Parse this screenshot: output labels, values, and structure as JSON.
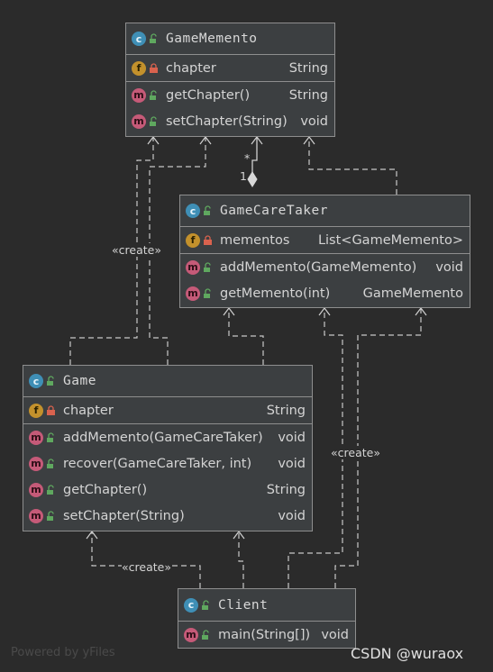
{
  "boxes": {
    "game_memento": {
      "title": "GameMemento",
      "fields": [
        {
          "name": "chapter",
          "type": "String"
        }
      ],
      "methods": [
        {
          "name": "getChapter()",
          "type": "String"
        },
        {
          "name": "setChapter(String)",
          "type": "void"
        }
      ]
    },
    "game_caretaker": {
      "title": "GameCareTaker",
      "fields": [
        {
          "name": "mementos",
          "type": "List<GameMemento>"
        }
      ],
      "methods": [
        {
          "name": "addMemento(GameMemento)",
          "type": "void"
        },
        {
          "name": "getMemento(int)",
          "type": "GameMemento"
        }
      ]
    },
    "game": {
      "title": "Game",
      "fields": [
        {
          "name": "chapter",
          "type": "String"
        }
      ],
      "methods": [
        {
          "name": "addMemento(GameCareTaker)",
          "type": "void"
        },
        {
          "name": "recover(GameCareTaker, int)",
          "type": "void"
        },
        {
          "name": "getChapter()",
          "type": "String"
        },
        {
          "name": "setChapter(String)",
          "type": "void"
        }
      ]
    },
    "client": {
      "title": "Client",
      "fields": [],
      "methods": [
        {
          "name": "main(String[])",
          "type": "void"
        }
      ]
    }
  },
  "relations": {
    "create_game_memento": "«create»",
    "create_client_caretaker": "«create»",
    "create_client_game": "«create»",
    "mult_many": "*",
    "mult_one": "1"
  },
  "icons": {
    "class": "class-icon",
    "field": "field-icon",
    "method": "method-icon",
    "public": "unlock-icon",
    "private": "lock-icon"
  },
  "colors": {
    "background": "#2b2b2b",
    "box": "#3c3f41",
    "border": "#8e8e8e",
    "line": "#c8c8c8"
  },
  "footer": {
    "left": "Powered by yFiles",
    "right": "CSDN @wuraox"
  }
}
